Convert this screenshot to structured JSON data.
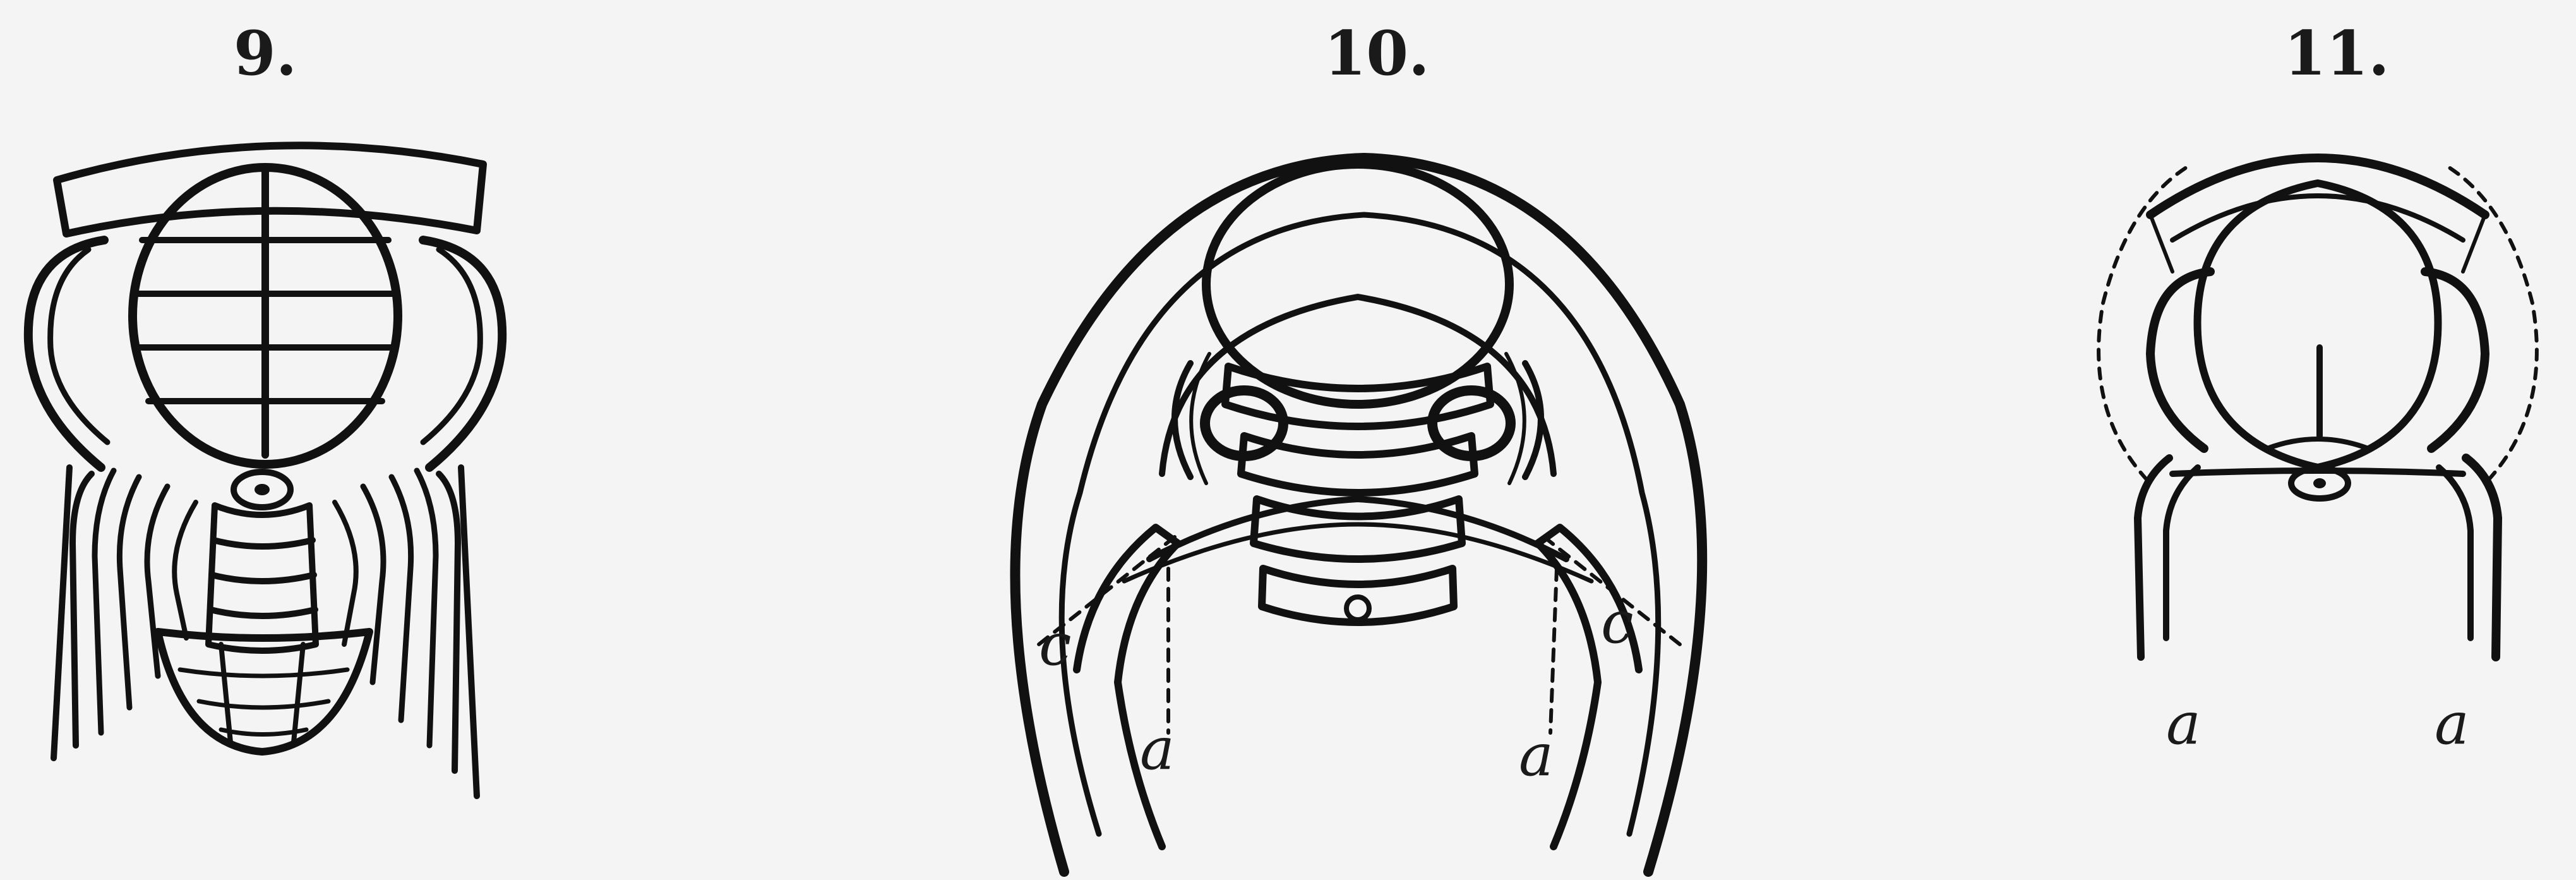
{
  "figures": [
    {
      "number": "9."
    },
    {
      "number": "10.",
      "callouts": [
        "c",
        "c",
        "a",
        "a"
      ]
    },
    {
      "number": "11.",
      "callouts": [
        "a",
        "a"
      ]
    }
  ]
}
